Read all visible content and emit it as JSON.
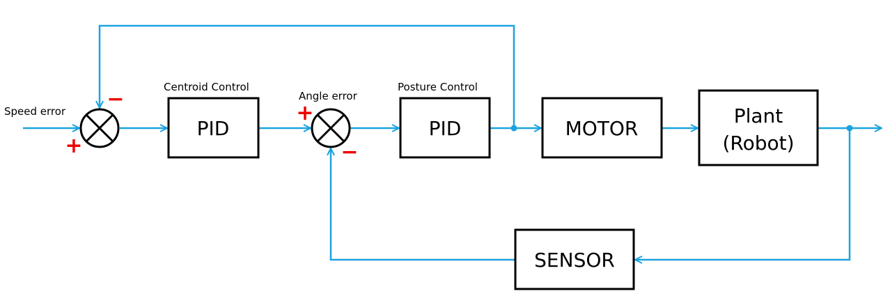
{
  "labels": {
    "speed_error": "Speed error",
    "centroid_control": "Centroid Control",
    "angle_error": "Angle error",
    "posture_control": "Posture Control"
  },
  "blocks": {
    "pid_centroid": "PID",
    "pid_posture": "PID",
    "motor": "MOTOR",
    "plant_line1": "Plant",
    "plant_line2": "(Robot)",
    "sensor": "SENSOR"
  },
  "signs": {
    "sum1_plus": "+",
    "sum1_minus": "−",
    "sum2_plus": "+",
    "sum2_minus": "−"
  },
  "colors": {
    "signal_line": "#1aa3e0",
    "sign": "#ee0000",
    "block_border": "#000000"
  }
}
